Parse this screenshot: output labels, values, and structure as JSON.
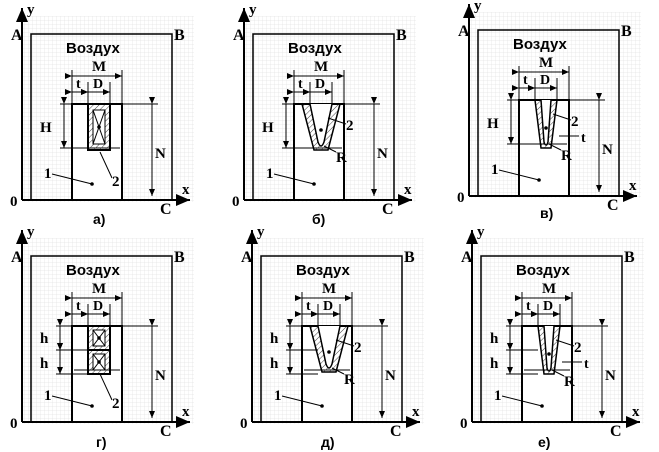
{
  "labels": {
    "air": "Воздух",
    "corner_a": "A",
    "corner_b": "B",
    "corner_c": "C",
    "origin": "0",
    "axis_x": "x",
    "axis_y": "y",
    "dim_m": "M",
    "dim_d": "D",
    "dim_t": "t",
    "dim_h_big": "H",
    "dim_h_small": "h",
    "dim_n": "N",
    "dim_r": "R",
    "num_1": "1",
    "num_2": "2"
  },
  "panels": [
    {
      "id": "a",
      "caption": "а)"
    },
    {
      "id": "b",
      "caption": "б)"
    },
    {
      "id": "v",
      "caption": "в)"
    },
    {
      "id": "g",
      "caption": "г)"
    },
    {
      "id": "d",
      "caption": "д)"
    },
    {
      "id": "e",
      "caption": "е)"
    }
  ]
}
